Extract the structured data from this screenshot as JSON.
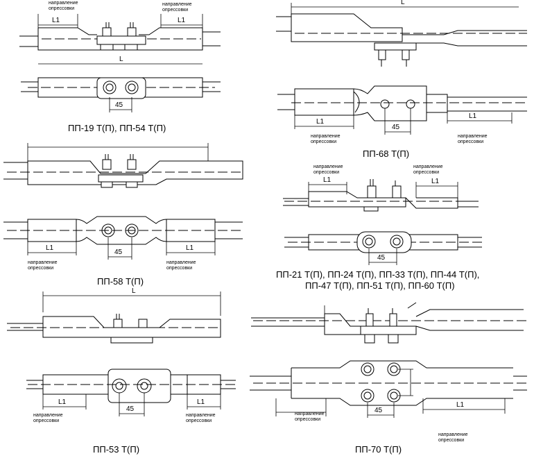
{
  "labels": {
    "pp19": "ПП-19 Т(П), ПП-54 Т(П)",
    "pp68": "ПП-68 Т(П)",
    "pp58": "ПП-58 Т(П)",
    "pp21_line1": "ПП-21 Т(П), ПП-24 Т(П), ПП-33 Т(П), ПП-44 Т(П),",
    "pp21_line2": "ПП-47 Т(П), ПП-51 Т(П), ПП-60 Т(П)",
    "pp53": "ПП-53 Т(П)",
    "pp70": "ПП-70 Т(П)"
  },
  "direction_line1": "направление",
  "direction_line2": "опрессовки",
  "dims": {
    "L": "L",
    "L1": "L1",
    "d45": "45"
  }
}
